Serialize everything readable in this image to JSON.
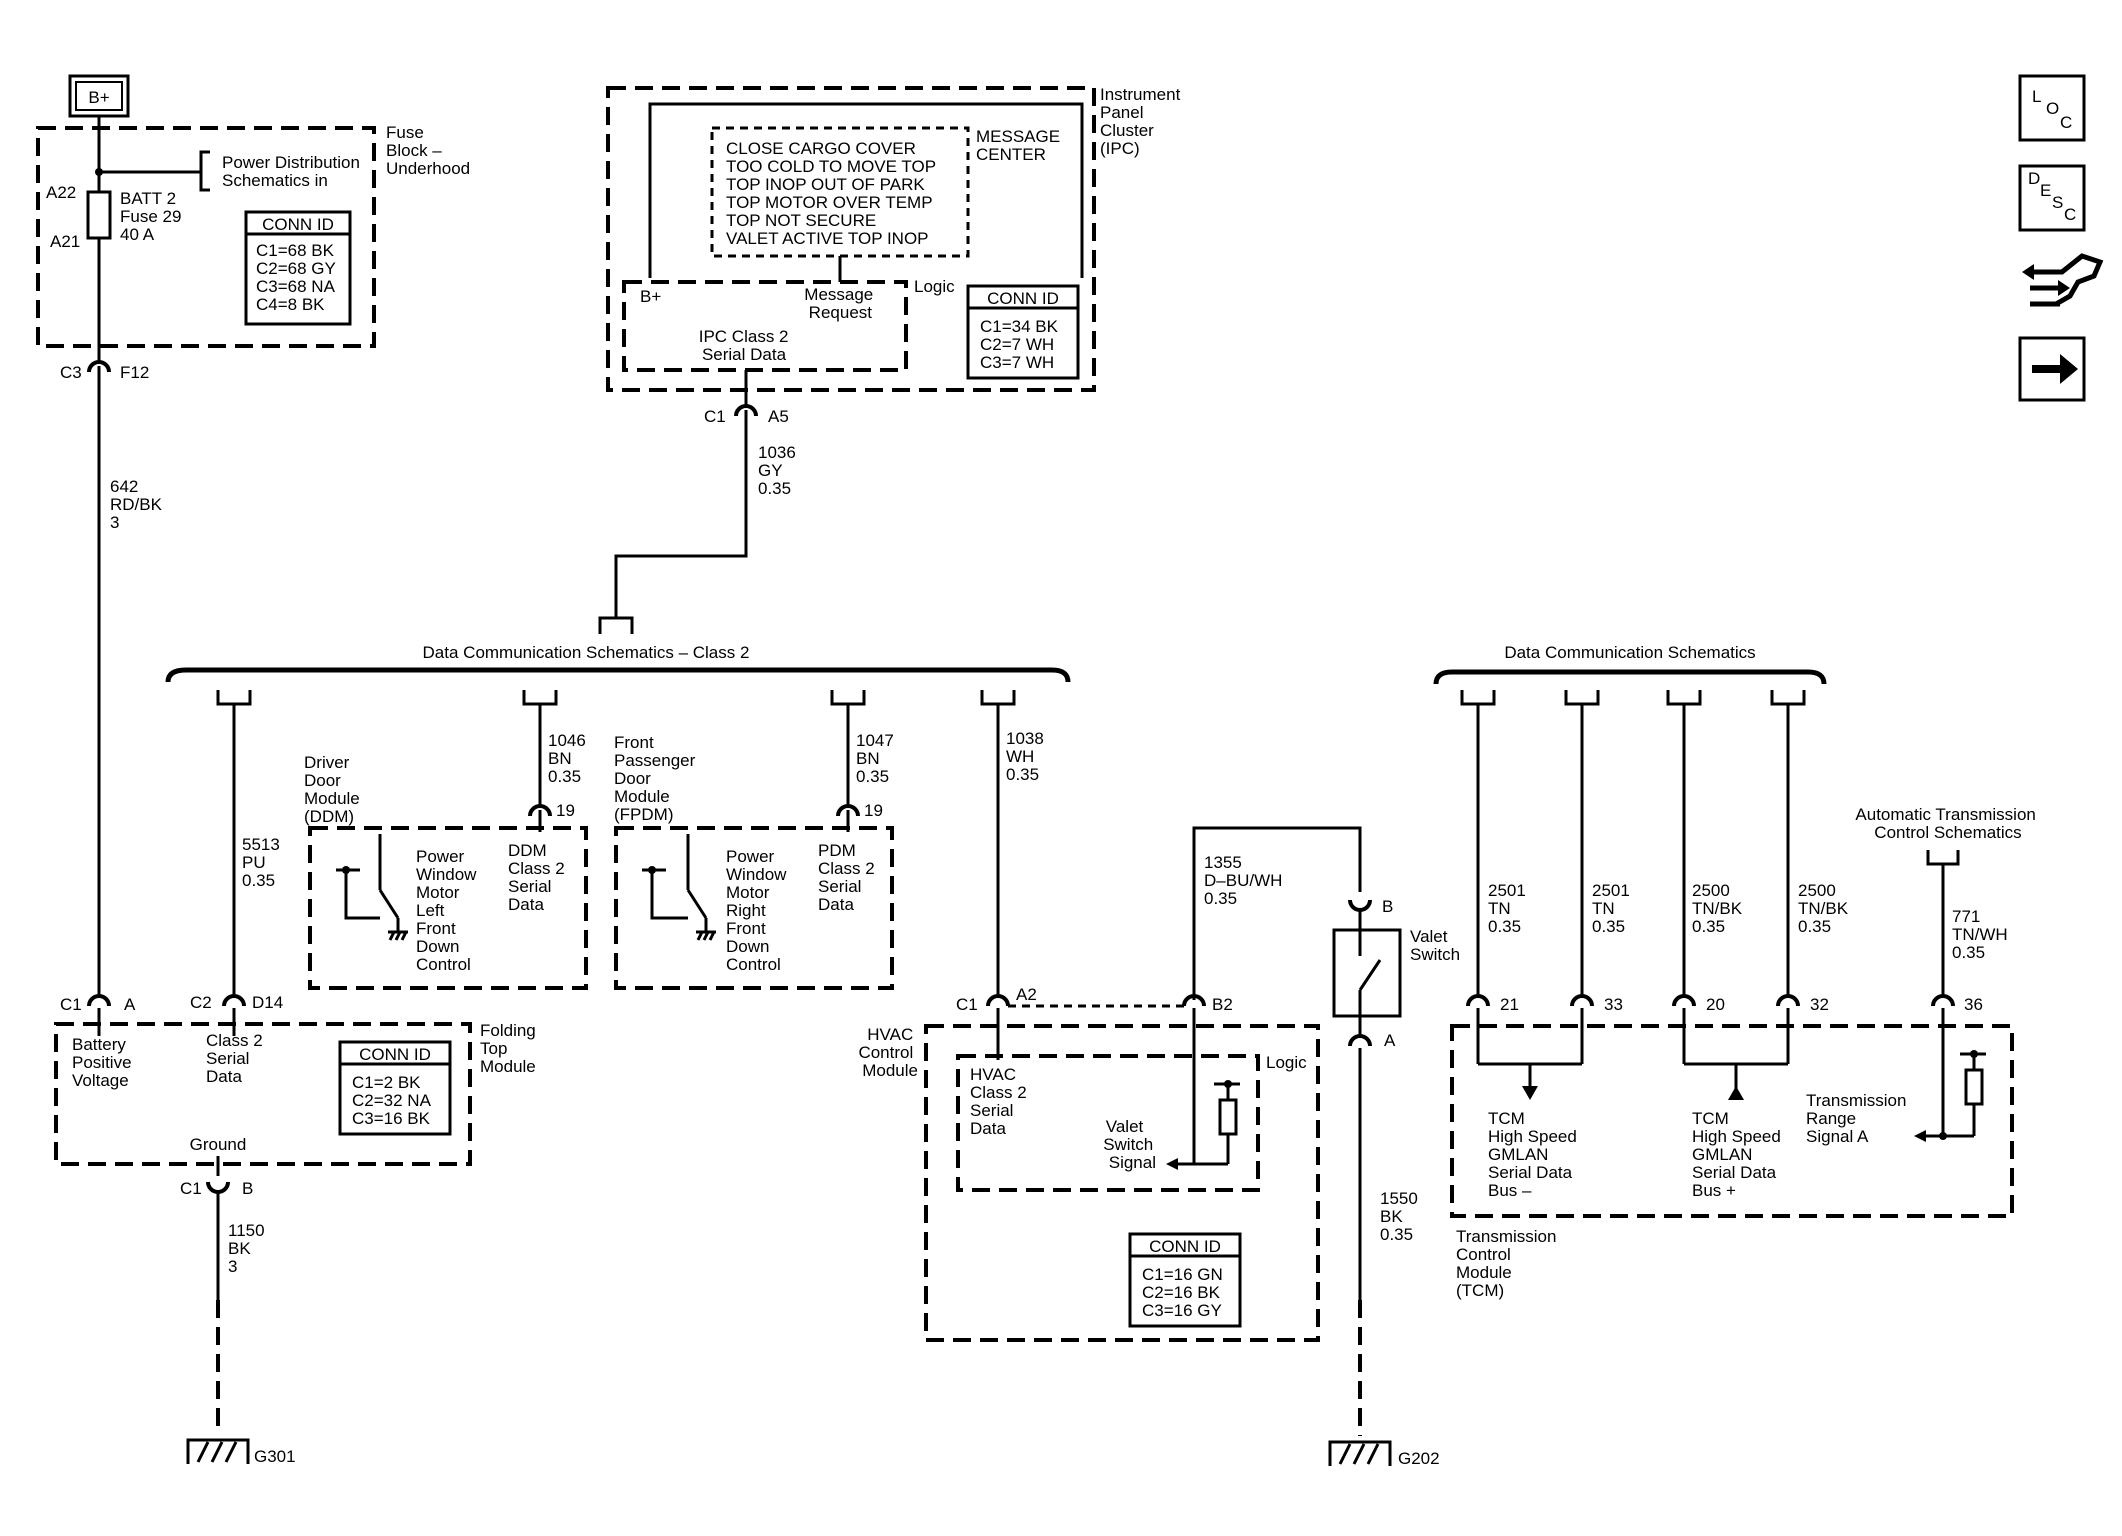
{
  "supply": {
    "bplus": "B+"
  },
  "fuse_block": {
    "title": [
      "Fuse",
      "Block –",
      "Underhood"
    ],
    "pin_top": "A22",
    "pin_bottom": "A21",
    "fuse_label": [
      "BATT 2",
      "Fuse 29",
      "40 A"
    ],
    "ref": [
      "Power Distribution",
      "Schematics in"
    ],
    "conn_id_title": "CONN ID",
    "conn_ids": [
      "C1=68 BK",
      "C2=68 GY",
      "C3=68 NA",
      "C4=8 BK"
    ],
    "out_connector": "C3",
    "out_pin": "F12"
  },
  "wire_642": [
    "642",
    "RD/BK",
    "3"
  ],
  "ipc": {
    "title": [
      "Instrument",
      "Panel",
      "Cluster",
      "(IPC)"
    ],
    "messages": [
      "CLOSE CARGO COVER",
      "TOO COLD TO MOVE TOP",
      "TOP INOP OUT OF PARK",
      "TOP MOTOR OVER TEMP",
      "TOP NOT SECURE",
      "VALET ACTIVE TOP INOP"
    ],
    "message_center": [
      "MESSAGE",
      "CENTER"
    ],
    "logic": "Logic",
    "bplus": "B+",
    "message_request": [
      "Message",
      "Request"
    ],
    "serial": [
      "IPC Class 2",
      "Serial Data"
    ],
    "conn_id_title": "CONN ID",
    "conn_ids": [
      "C1=34 BK",
      "C2=7 WH",
      "C3=7 WH"
    ],
    "connector": "C1",
    "pin": "A5"
  },
  "wire_1036": [
    "1036",
    "GY",
    "0.35"
  ],
  "bus_class2": "Data Communication Schematics – Class 2",
  "bus_data": "Data Communication Schematics",
  "ddm": {
    "title": [
      "Driver",
      "Door",
      "Module",
      "(DDM)"
    ],
    "motor": [
      "Power",
      "Window",
      "Motor",
      "Left",
      "Front",
      "Down",
      "Control"
    ],
    "serial": [
      "DDM",
      "Class 2",
      "Serial",
      "Data"
    ],
    "pin": "19"
  },
  "wire_1046": [
    "1046",
    "BN",
    "0.35"
  ],
  "fpdm": {
    "title": [
      "Front",
      "Passenger",
      "Door",
      "Module",
      "(FPDM)"
    ],
    "motor": [
      "Power",
      "Window",
      "Motor",
      "Right",
      "Front",
      "Down",
      "Control"
    ],
    "serial": [
      "PDM",
      "Class 2",
      "Serial",
      "Data"
    ],
    "pin": "19"
  },
  "wire_1047": [
    "1047",
    "BN",
    "0.35"
  ],
  "wire_5513": [
    "5513",
    "PU",
    "0.35"
  ],
  "wire_1038": [
    "1038",
    "WH",
    "0.35"
  ],
  "folding_top": {
    "title": [
      "Folding",
      "Top",
      "Module"
    ],
    "pin_c1": "C1",
    "pin_a": "A",
    "pin_c2": "C2",
    "pin_d14": "D14",
    "battery": [
      "Battery",
      "Positive",
      "Voltage"
    ],
    "serial": [
      "Class 2",
      "Serial",
      "Data"
    ],
    "ground": "Ground",
    "conn_id_title": "CONN ID",
    "conn_ids": [
      "C1=2 BK",
      "C2=32 NA",
      "C3=16 BK"
    ],
    "gnd_connector": "C1",
    "gnd_pin": "B"
  },
  "wire_1150": [
    "1150",
    "BK",
    "3"
  ],
  "ground_g301": "G301",
  "hvac": {
    "title": [
      "HVAC",
      "Control",
      "Module"
    ],
    "pin_c1": "C1",
    "pin_a2": "A2",
    "pin_b2": "B2",
    "serial": [
      "HVAC",
      "Class 2",
      "Serial",
      "Data"
    ],
    "logic": "Logic",
    "valet_signal": [
      "Valet",
      "Switch",
      "Signal"
    ],
    "conn_id_title": "CONN ID",
    "conn_ids": [
      "C1=16 GN",
      "C2=16 BK",
      "C3=16 GY"
    ]
  },
  "wire_1355": [
    "1355",
    "D–BU/WH",
    "0.35"
  ],
  "valet_switch": {
    "title": [
      "Valet",
      "Switch"
    ],
    "pin_b": "B",
    "pin_a": "A"
  },
  "wire_1550": [
    "1550",
    "BK",
    "0.35"
  ],
  "ground_g202": "G202",
  "tcm": {
    "title": [
      "Transmission",
      "Control",
      "Module",
      "(TCM)"
    ],
    "pins": [
      "21",
      "33",
      "20",
      "32",
      "36"
    ],
    "bus_minus": [
      "TCM",
      "High Speed",
      "GMLAN",
      "Serial Data",
      "Bus –"
    ],
    "bus_plus": [
      "TCM",
      "High Speed",
      "GMLAN",
      "Serial Data",
      "Bus +"
    ],
    "range": [
      "Transmission",
      "Range",
      "Signal A"
    ]
  },
  "wires_tcm": [
    [
      "2501",
      "TN",
      "0.35"
    ],
    [
      "2501",
      "TN",
      "0.35"
    ],
    [
      "2500",
      "TN/BK",
      "0.35"
    ],
    [
      "2500",
      "TN/BK",
      "0.35"
    ]
  ],
  "auto_trans_ref": [
    "Automatic Transmission",
    "Control Schematics"
  ],
  "wire_771": [
    "771",
    "TN/WH",
    "0.35"
  ],
  "nav": {
    "loc": [
      "L",
      "O",
      "C"
    ],
    "desc": [
      "D",
      "E",
      "S",
      "C"
    ]
  }
}
